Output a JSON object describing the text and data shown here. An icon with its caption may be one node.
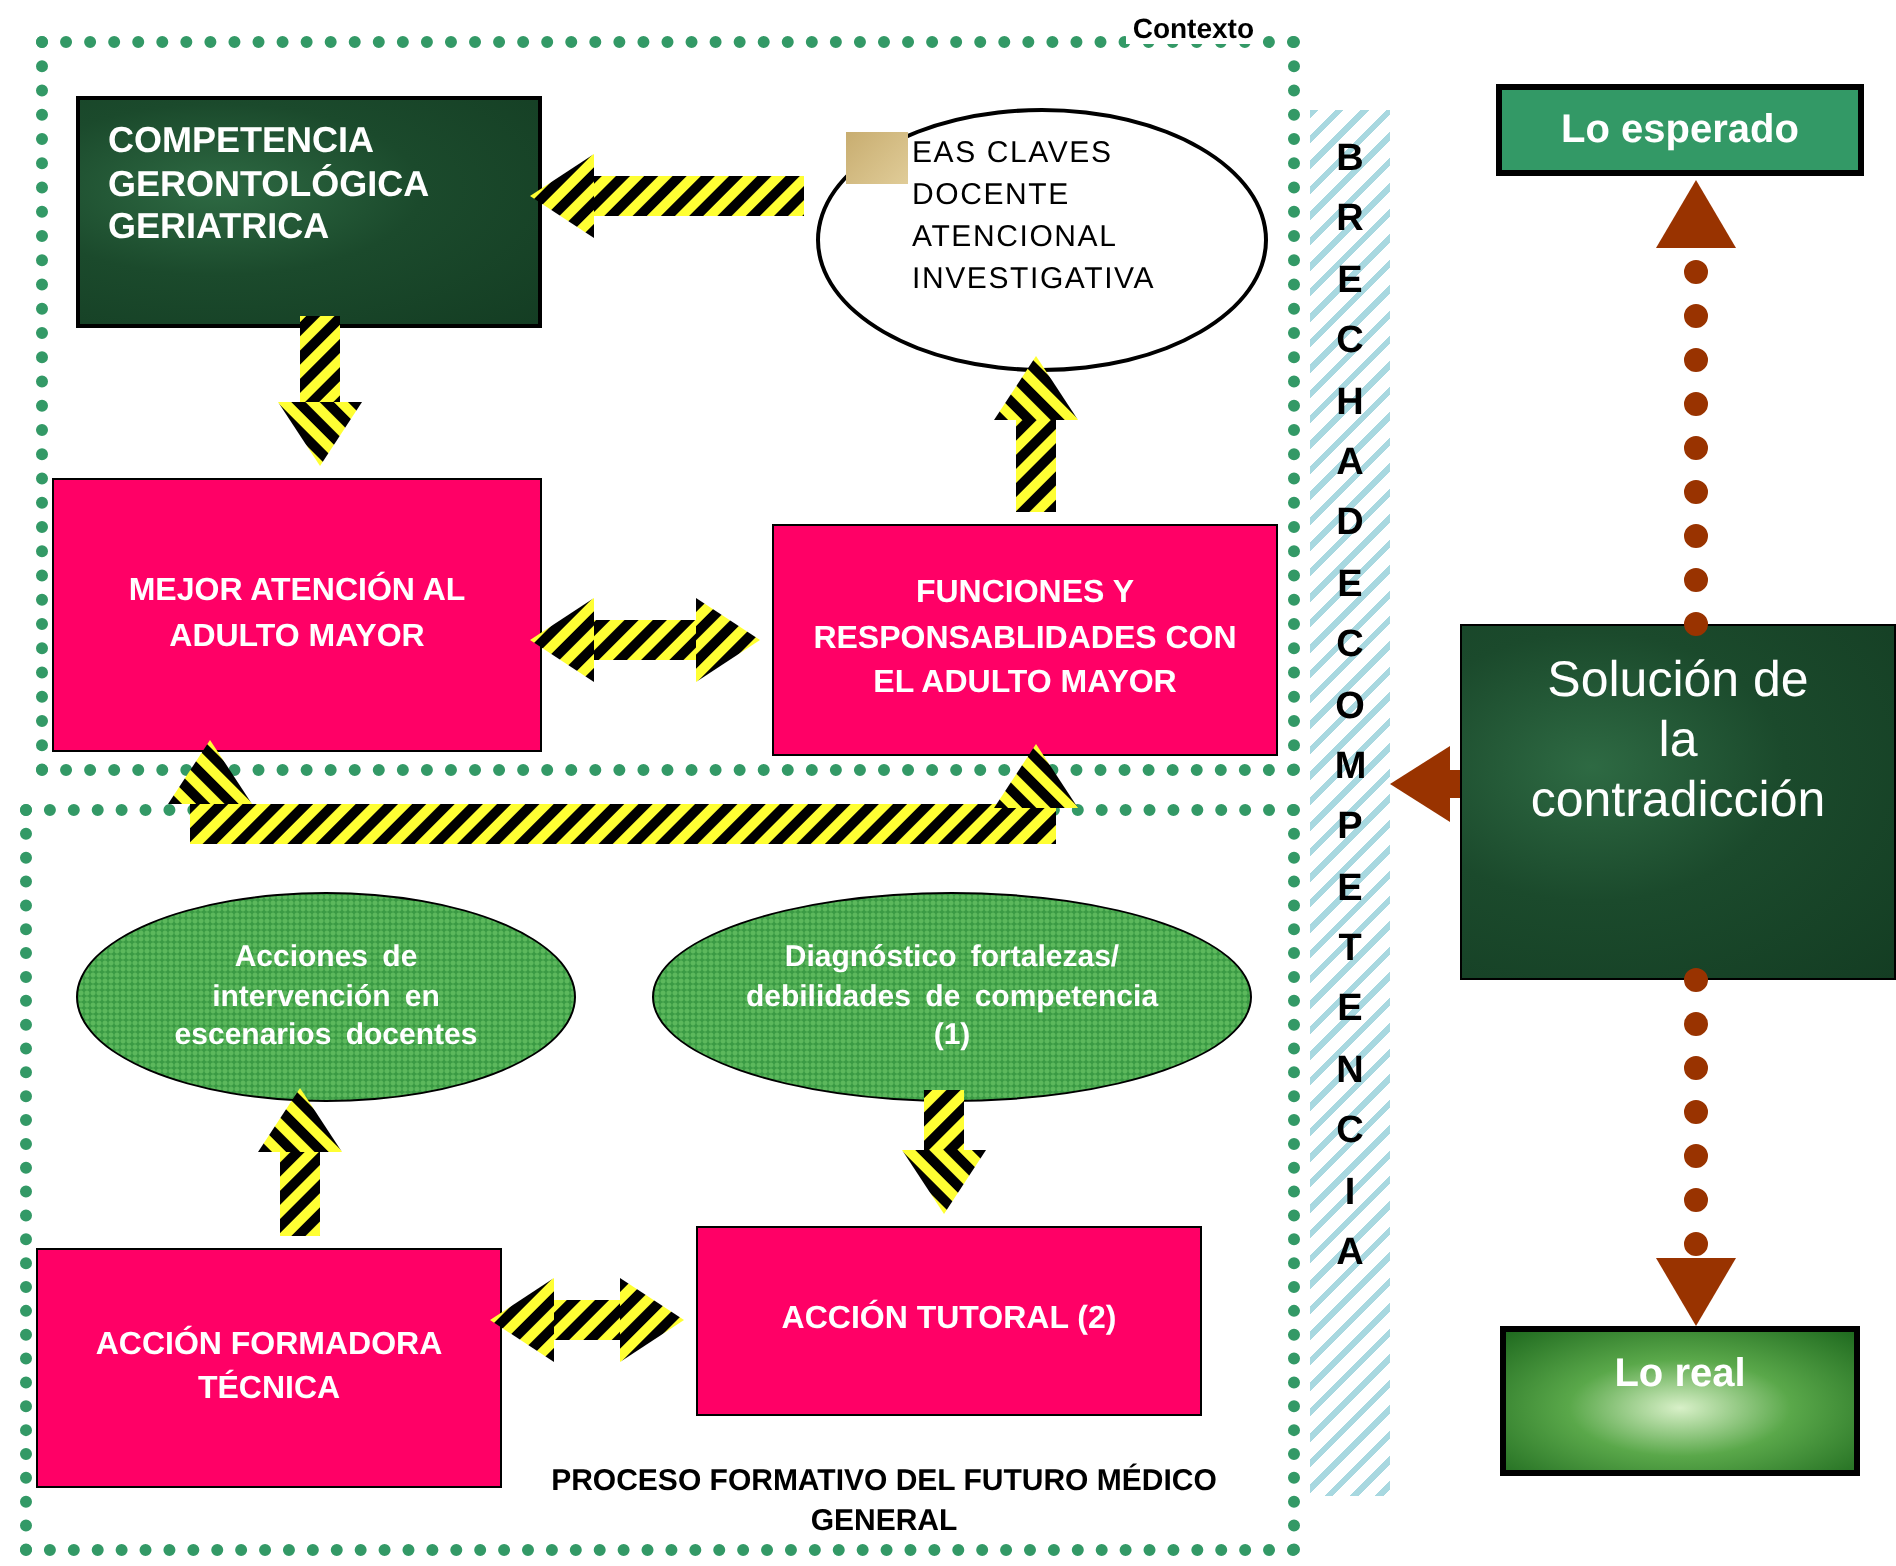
{
  "diagram": {
    "nodes": [
      {
        "text": [
          "Contexto"
        ]
      },
      {
        "text": [
          "COMPETENCIA GERONTOLÓGICA GERIATRICA"
        ],
        "in": 0
      },
      {
        "text": [
          "EAS CLAVES",
          "DOCENTE",
          "ATENCIONAL",
          "INVESTIGATIVA"
        ],
        "in": 0
      },
      {
        "text": [
          "MEJOR ATENCIÓN AL ADULTO MAYOR"
        ],
        "in": 0
      },
      {
        "text": [
          "FUNCIONES Y RESPONSABLIDADES CON EL ADULTO MAYOR"
        ],
        "in": 0
      },
      {
        "text": [
          "PROCESO FORMATIVO DEL FUTURO MÉDICO GENERAL"
        ]
      },
      {
        "text": [
          "Acciones de intervención en escenarios docentes"
        ],
        "in": 5
      },
      {
        "text": [
          "Diagnóstico fortalezas/ debilidades de competencia (1)"
        ],
        "in": 5
      },
      {
        "text": [
          "ACCIÓN FORMADORA TÉCNICA"
        ],
        "in": 5
      },
      {
        "text": [
          "ACCIÓN TUTORAL (2)"
        ],
        "in": 5
      },
      {
        "text": [
          "BRECHA DE COMPETENCIA"
        ]
      },
      {
        "text": [
          "Lo esperado"
        ]
      },
      {
        "text": [
          "Solución de la contradicción"
        ]
      },
      {
        "text": [
          "Lo real"
        ]
      }
    ],
    "edges": [
      {
        "from": 2,
        "to": 1,
        "arrow": "to"
      },
      {
        "from": 1,
        "to": 3,
        "arrow": "to"
      },
      {
        "from": 3,
        "to": 4,
        "arrow": "both"
      },
      {
        "from": 4,
        "to": 2,
        "arrow": "to"
      },
      {
        "from": 5,
        "to": 3,
        "arrow": "to"
      },
      {
        "from": 5,
        "to": 4,
        "arrow": "to"
      },
      {
        "from": 7,
        "to": 9,
        "arrow": "to"
      },
      {
        "from": 8,
        "to": 9,
        "arrow": "both"
      },
      {
        "from": 8,
        "to": 6,
        "arrow": "to"
      },
      {
        "from": 12,
        "to": 10,
        "arrow": "to",
        "color": "#993300"
      },
      {
        "from": 12,
        "to": 11,
        "arrow": "to",
        "style": "dashed",
        "color": "#993300"
      },
      {
        "from": 12,
        "to": 13,
        "arrow": "to",
        "style": "dashed",
        "color": "#993300"
      }
    ]
  }
}
